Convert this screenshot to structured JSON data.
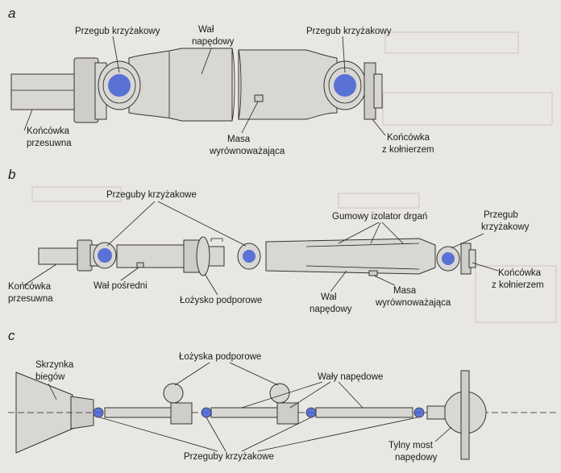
{
  "diagram_a": {
    "section": "a",
    "label_joint_left": "Przegub krzyżakowy",
    "label_shaft": [
      "Wał",
      "napędowy"
    ],
    "label_joint_right": "Przegub krzyżakowy",
    "label_slip_end": [
      "Końcówka",
      "przesuwna"
    ],
    "label_mass": [
      "Masa",
      "wyrównoważająca"
    ],
    "label_flange_end": [
      "Końcówka",
      "z kołnierzem"
    ]
  },
  "diagram_b": {
    "section": "b",
    "label_joints": "Przeguby krzyżakowe",
    "label_rubber": "Gumowy izolator drgań",
    "label_joint_right": [
      "Przegub",
      "krzyżakowy"
    ],
    "label_slip_end": [
      "Końcówka",
      "przesuwna"
    ],
    "label_intermediate": "Wał pośredni",
    "label_bearing": "Łożysko podporowe",
    "label_shaft": [
      "Wał",
      "napędowy"
    ],
    "label_mass": [
      "Masa",
      "wyrównoważająca"
    ],
    "label_flange_end": [
      "Końcówka",
      "z kołnierzem"
    ]
  },
  "diagram_c": {
    "section": "c",
    "label_gearbox": [
      "Skrzynka",
      "biegów"
    ],
    "label_bearings": "Łożyska podporowe",
    "label_shafts": "Wały napędowe",
    "label_joints": "Przeguby krzyżakowe",
    "label_axle": [
      "Tylny most",
      "napędowy"
    ]
  },
  "colors": {
    "background": "#e9e7e3",
    "joint_highlight": "#3a57d6",
    "ink": "#1a1a1a"
  }
}
